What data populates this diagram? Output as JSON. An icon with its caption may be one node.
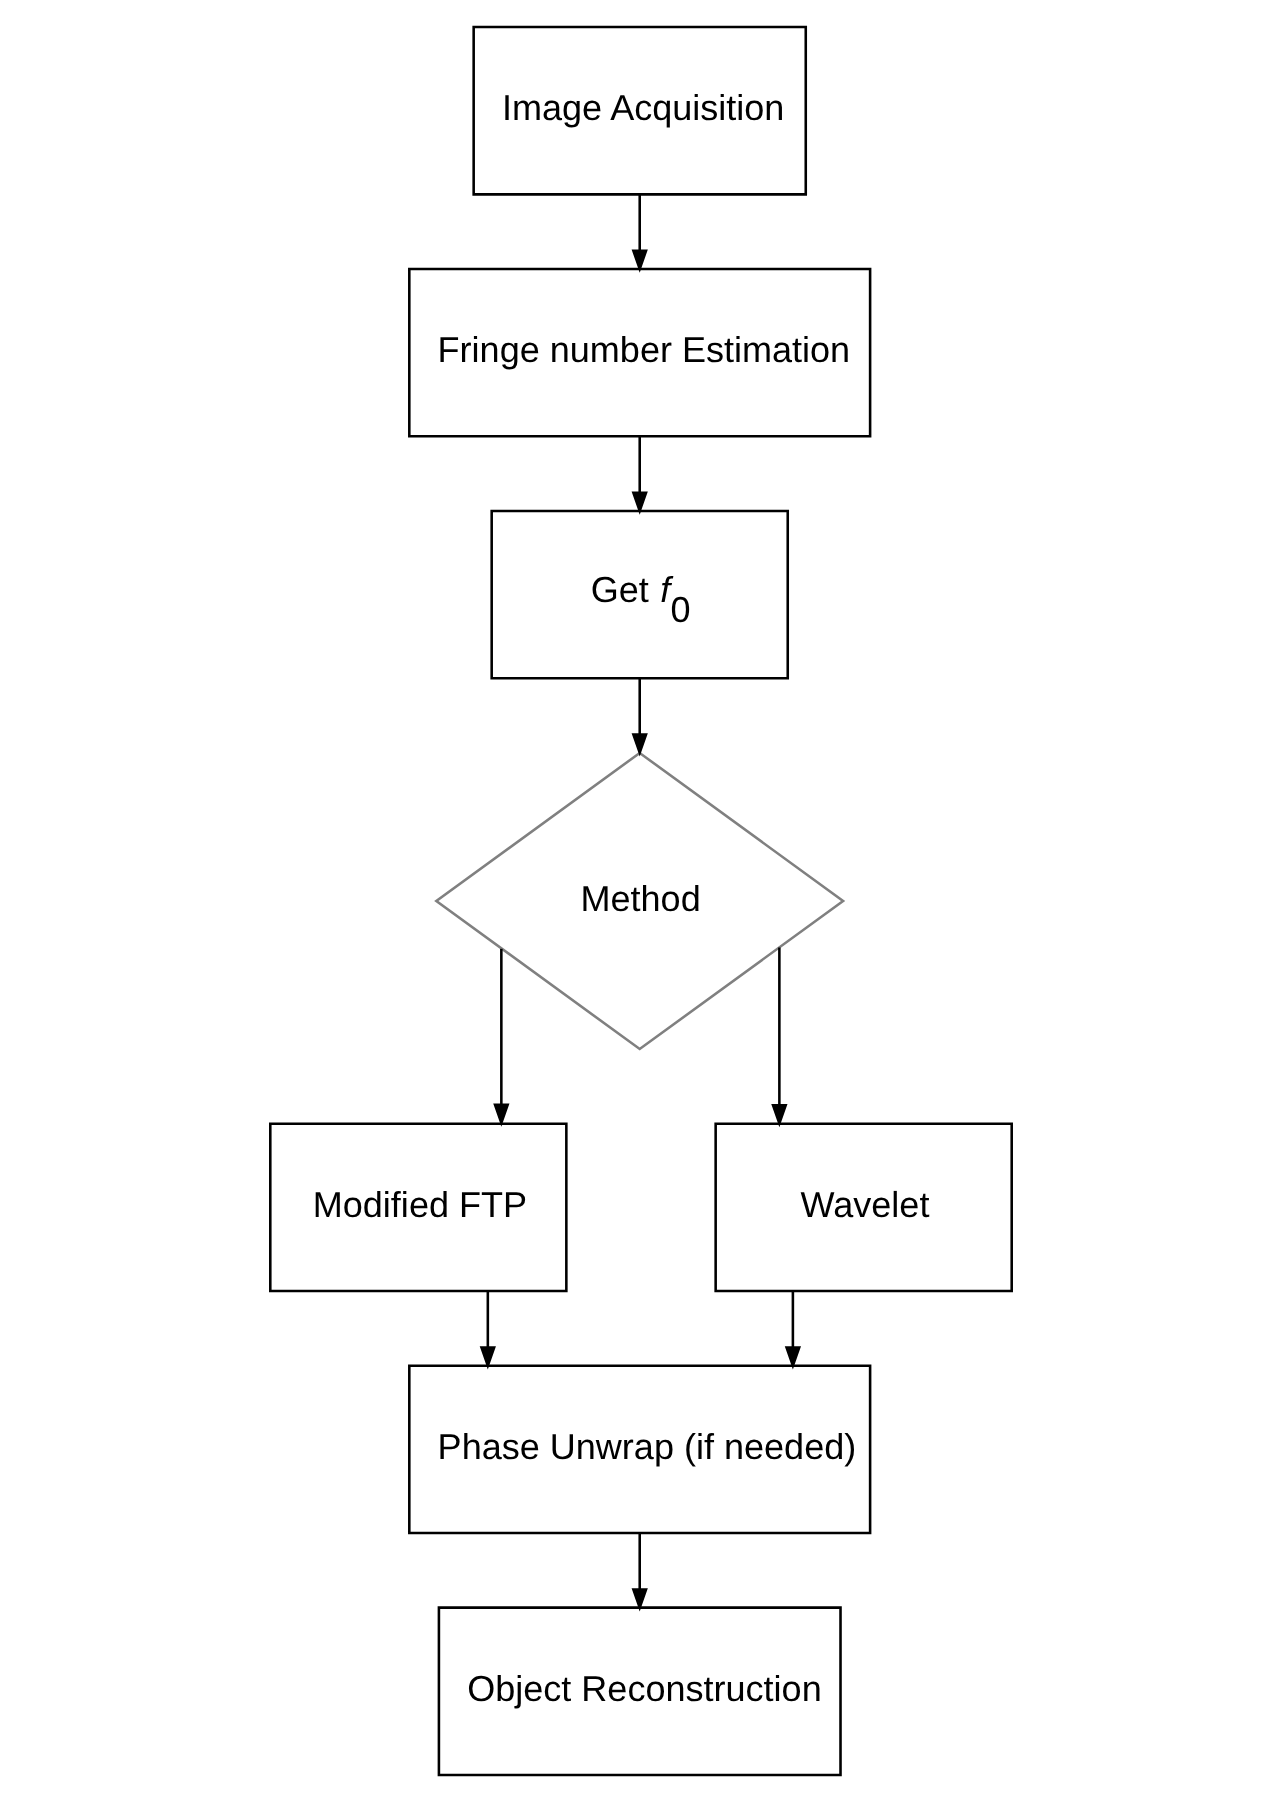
{
  "diagram": {
    "nodes": [
      {
        "text": [
          "Image Acquisition"
        ]
      },
      {
        "text": [
          "Fringe number Estimation"
        ]
      },
      {
        "text": [
          "Get *f*$_{0}$"
        ]
      },
      {
        "text": [
          "Method"
        ]
      },
      {
        "text": [
          "Modified FTP"
        ]
      },
      {
        "text": [
          "Wavelet"
        ]
      },
      {
        "text": [
          "Phase Unwrap (if needed)"
        ]
      },
      {
        "text": [
          "Object Reconstruction"
        ]
      }
    ],
    "edges": [
      {
        "from": 0,
        "to": 1,
        "arrow": "to"
      },
      {
        "from": 1,
        "to": 2,
        "arrow": "to"
      },
      {
        "from": 2,
        "to": 3,
        "arrow": "to"
      },
      {
        "from": 3,
        "to": 4,
        "arrow": "to"
      },
      {
        "from": 3,
        "to": 5,
        "arrow": "to"
      },
      {
        "from": 4,
        "to": 6,
        "arrow": "to"
      },
      {
        "from": 5,
        "to": 6,
        "arrow": "to"
      },
      {
        "from": 6,
        "to": 7,
        "arrow": "to"
      }
    ]
  }
}
